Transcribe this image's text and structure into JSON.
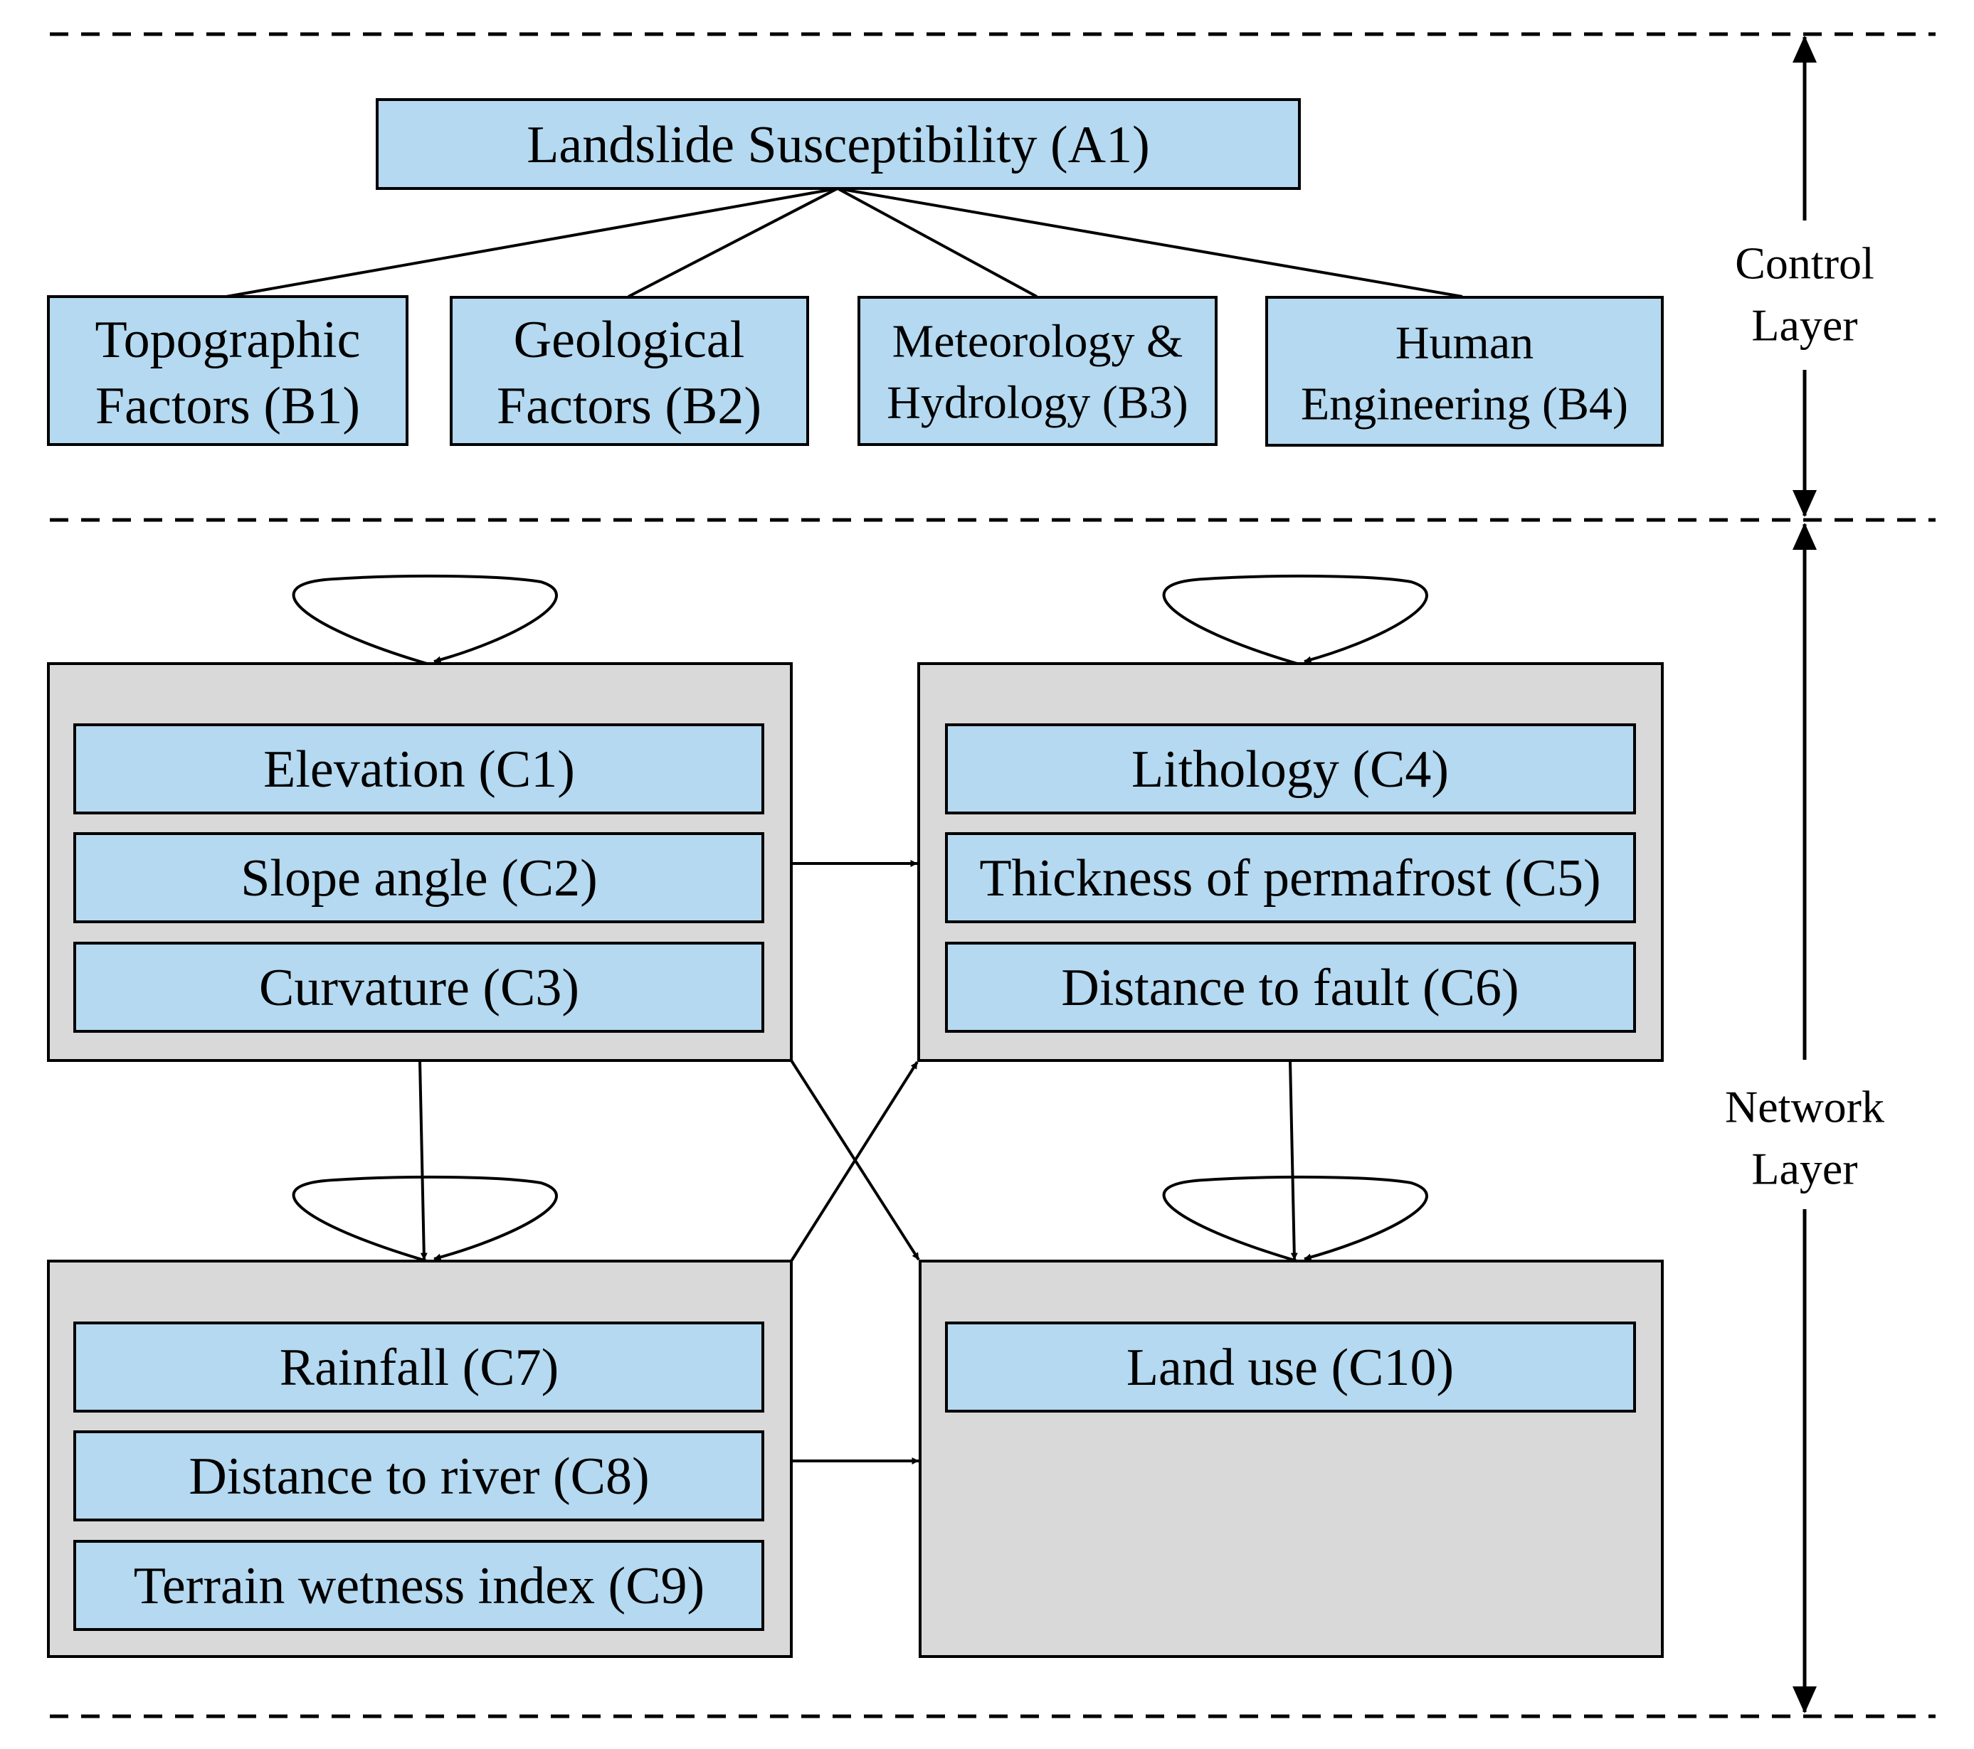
{
  "colors": {
    "node_fill": "#b4d9f0",
    "group_fill": "#d9d9d9",
    "stroke": "#000000"
  },
  "goal": {
    "label": "Landslide Susceptibility (A1)"
  },
  "criteria": [
    {
      "line1": "Topographic",
      "line2": "Factors (B1)"
    },
    {
      "line1": "Geological",
      "line2": "Factors (B2)"
    },
    {
      "line1": "Meteorology &",
      "line2": "Hydrology (B3)"
    },
    {
      "line1": "Human",
      "line2": "Engineering (B4)"
    }
  ],
  "clusters": {
    "topographic": [
      "Elevation (C1)",
      "Slope angle (C2)",
      "Curvature (C3)"
    ],
    "geological": [
      "Lithology (C4)",
      "Thickness of permafrost (C5)",
      "Distance to fault (C6)"
    ],
    "hydrology": [
      "Rainfall (C7)",
      "Distance to river (C8)",
      "Terrain wetness index (C9)"
    ],
    "human": [
      "Land use (C10)"
    ]
  },
  "layers": {
    "control": {
      "line1": "Control",
      "line2": "Layer"
    },
    "network": {
      "line1": "Network",
      "line2": "Layer"
    }
  }
}
